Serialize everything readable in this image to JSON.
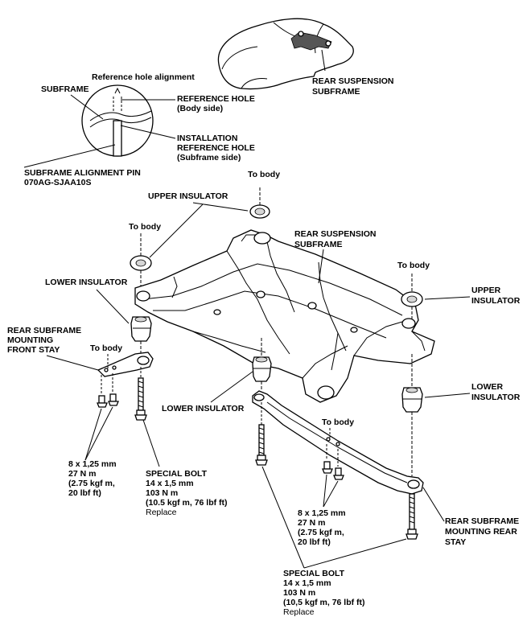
{
  "labels": {
    "ref_title": "Reference hole alignment",
    "subframe": "SUBFRAME",
    "ref_hole": [
      "REFERENCE HOLE",
      "(Body side)"
    ],
    "install_hole": [
      "INSTALLATION",
      "REFERENCE HOLE",
      "(Subframe side)"
    ],
    "align_pin": [
      "SUBFRAME ALIGNMENT PIN",
      "070AG-SJAA10S"
    ],
    "rear_susp_top": [
      "REAR SUSPENSION",
      "SUBFRAME"
    ],
    "to_body_top": "To body",
    "upper_ins_left": "UPPER INSULATOR",
    "to_body_left": "To body",
    "rear_susp_mid": [
      "REAR SUSPENSION",
      "SUBFRAME"
    ],
    "to_body_right": "To body",
    "upper_ins_right": [
      "UPPER",
      "INSULATOR"
    ],
    "lower_ins_left": "LOWER INSULATOR",
    "front_stay": [
      "REAR SUBFRAME",
      "MOUNTING",
      "FRONT STAY"
    ],
    "to_body_stay": "To body",
    "lower_ins_center": "LOWER INSULATOR",
    "lower_ins_right": [
      "LOWER",
      "INSULATOR"
    ],
    "to_body_rear": "To body",
    "bolt_left": [
      "8 x 1,25 mm",
      "27 N m",
      "(2.75 kgf m,",
      "20 lbf ft)"
    ],
    "special_bolt_left": [
      "SPECIAL BOLT",
      "14 x 1,5 mm",
      "103 N m",
      "(10.5 kgf m, 76 lbf ft)",
      "Replace"
    ],
    "bolt_center": [
      "8 x 1,25 mm",
      "27 N m",
      "(2.75 kgf m,",
      "20 lbf ft)"
    ],
    "rear_stay": [
      "REAR SUBFRAME",
      "MOUNTING REAR",
      "STAY"
    ],
    "special_bolt_bottom": [
      "SPECIAL BOLT",
      "14 x 1,5 mm",
      "103 N m",
      "(10,5 kgf m, 76 lbf ft)",
      "Replace"
    ]
  }
}
